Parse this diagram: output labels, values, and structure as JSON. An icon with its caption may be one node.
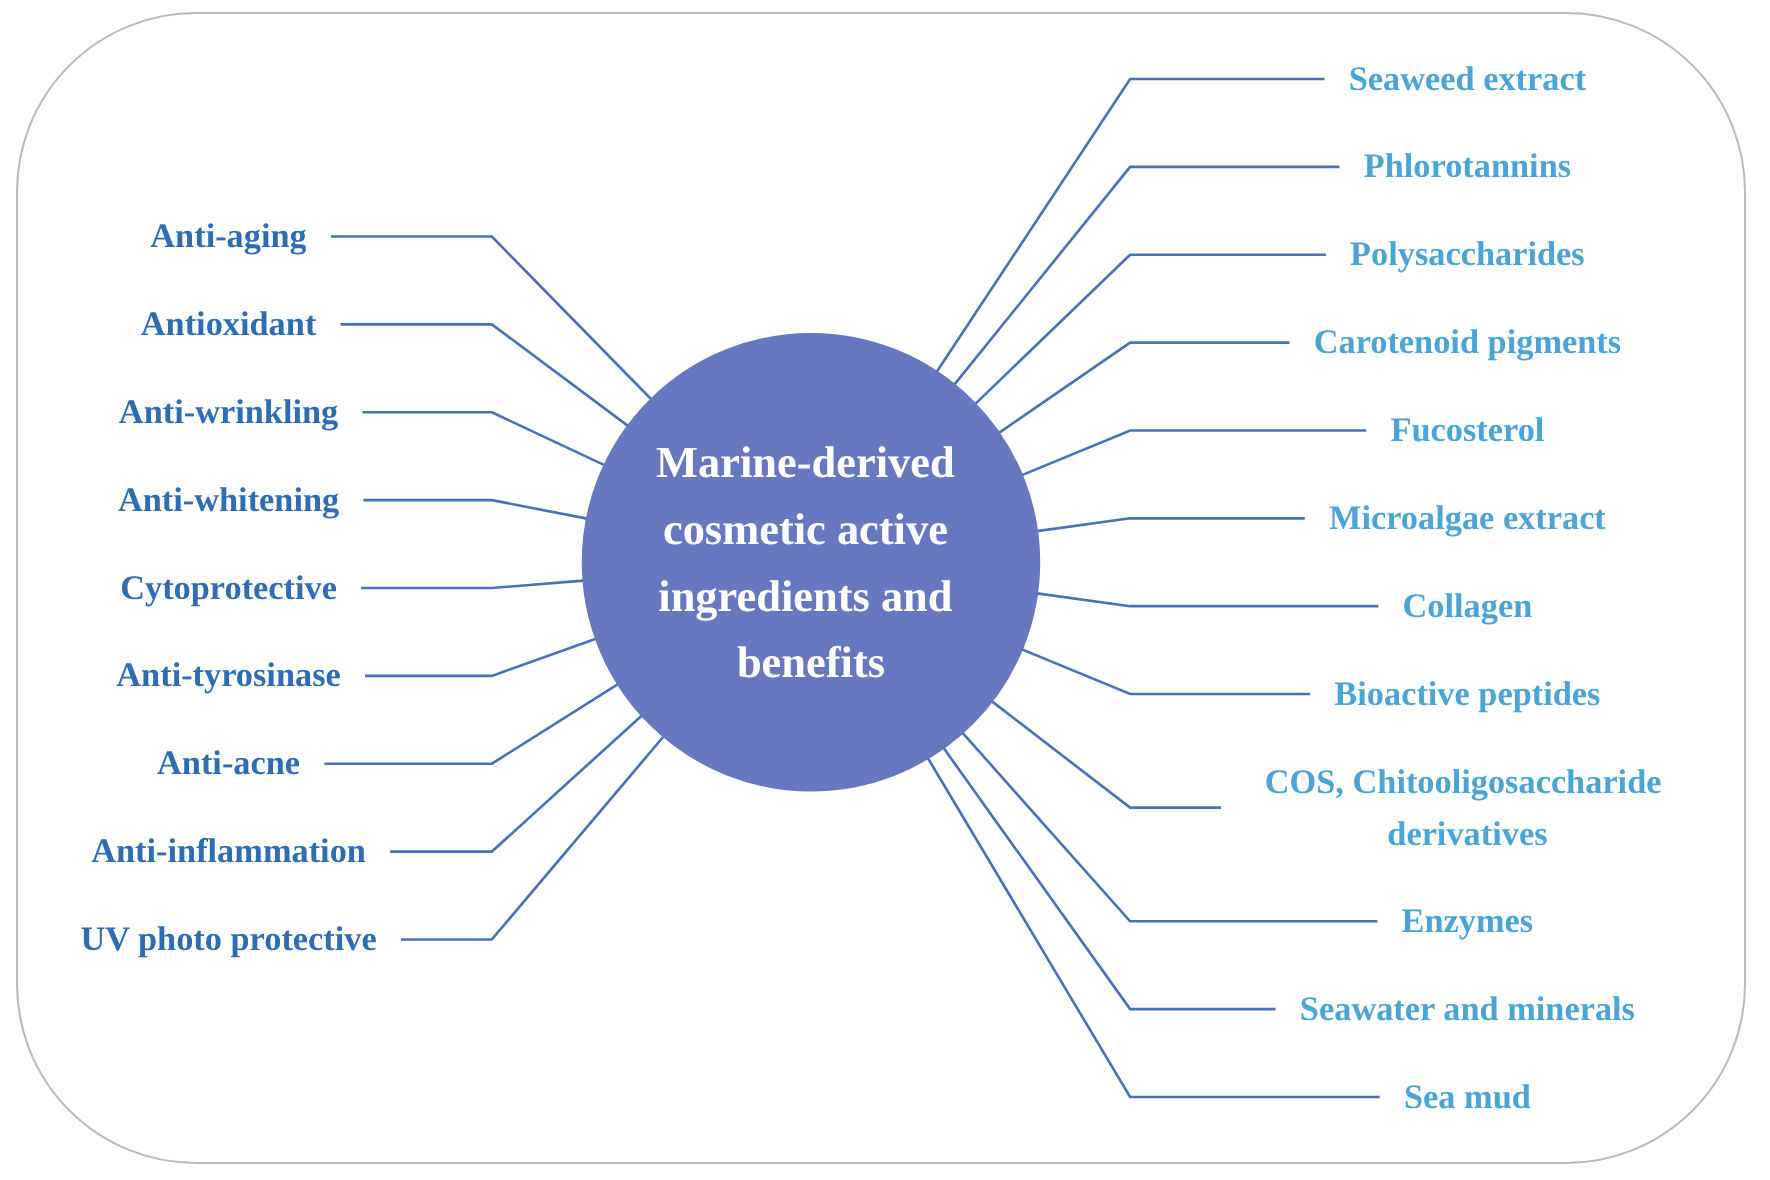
{
  "diagram": {
    "nodes": [
      {
        "text": [
          "Marine-derived cosmetic active ingredients and benefits"
        ]
      },
      {
        "text": [
          "Anti-aging"
        ]
      },
      {
        "text": [
          "Antioxidant"
        ]
      },
      {
        "text": [
          "Anti-wrinkling"
        ]
      },
      {
        "text": [
          "Anti-whitening"
        ]
      },
      {
        "text": [
          "Cytoprotective"
        ]
      },
      {
        "text": [
          "Anti-tyrosinase"
        ]
      },
      {
        "text": [
          "Anti-acne"
        ]
      },
      {
        "text": [
          "Anti-inflammation"
        ]
      },
      {
        "text": [
          "UV photo protective"
        ]
      },
      {
        "text": [
          "Seaweed extract"
        ]
      },
      {
        "text": [
          "Phlorotannins"
        ]
      },
      {
        "text": [
          "Polysaccharides"
        ]
      },
      {
        "text": [
          "Carotenoid pigments"
        ]
      },
      {
        "text": [
          "Fucosterol"
        ]
      },
      {
        "text": [
          "Microalgae extract"
        ]
      },
      {
        "text": [
          "Collagen"
        ]
      },
      {
        "text": [
          "Bioactive peptides"
        ]
      },
      {
        "text": [
          "COS, Chitooligosaccharide derivatives"
        ]
      },
      {
        "text": [
          "Enzymes"
        ]
      },
      {
        "text": [
          "Seawater and minerals"
        ]
      },
      {
        "text": [
          "Sea mud"
        ]
      }
    ],
    "edges": [
      {
        "from": 1,
        "to": 0,
        "arrow": "none"
      },
      {
        "from": 2,
        "to": 0,
        "arrow": "none"
      },
      {
        "from": 3,
        "to": 0,
        "arrow": "none"
      },
      {
        "from": 4,
        "to": 0,
        "arrow": "none"
      },
      {
        "from": 5,
        "to": 0,
        "arrow": "none"
      },
      {
        "from": 6,
        "to": 0,
        "arrow": "none"
      },
      {
        "from": 7,
        "to": 0,
        "arrow": "none"
      },
      {
        "from": 8,
        "to": 0,
        "arrow": "none"
      },
      {
        "from": 9,
        "to": 0,
        "arrow": "none"
      },
      {
        "from": 0,
        "to": 10,
        "arrow": "none"
      },
      {
        "from": 0,
        "to": 11,
        "arrow": "none"
      },
      {
        "from": 0,
        "to": 12,
        "arrow": "none"
      },
      {
        "from": 0,
        "to": 13,
        "arrow": "none"
      },
      {
        "from": 0,
        "to": 14,
        "arrow": "none"
      },
      {
        "from": 0,
        "to": 15,
        "arrow": "none"
      },
      {
        "from": 0,
        "to": 16,
        "arrow": "none"
      },
      {
        "from": 0,
        "to": 17,
        "arrow": "none"
      },
      {
        "from": 0,
        "to": 18,
        "arrow": "none"
      },
      {
        "from": 0,
        "to": 19,
        "arrow": "none"
      },
      {
        "from": 0,
        "to": 20,
        "arrow": "none"
      },
      {
        "from": 0,
        "to": 21,
        "arrow": "none"
      }
    ]
  }
}
